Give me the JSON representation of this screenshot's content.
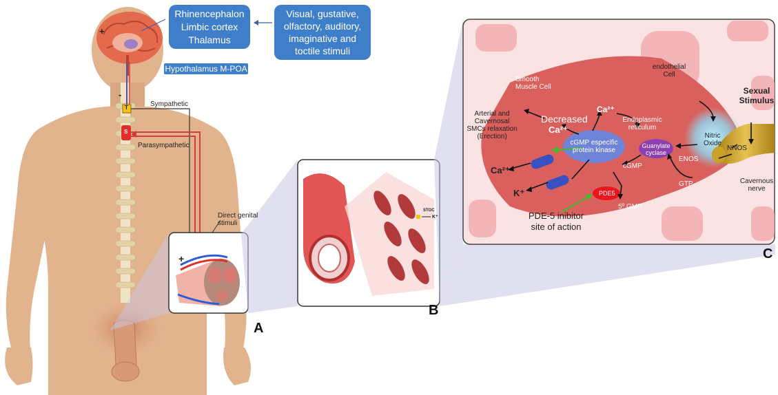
{
  "brain_box": {
    "lines": [
      "Rhinencephalon",
      "Limbic cortex",
      "Thalamus"
    ]
  },
  "stimuli_box": {
    "lines": [
      "Visual, gustative,",
      "olfactory, auditory,",
      "imaginative and",
      "toctile stimuli"
    ]
  },
  "hypothalamus_label": "Hypothalamus M-POA",
  "body_labels": {
    "sympathetic": "Sympathetic",
    "parasympathetic": "Parasympathetic",
    "direct_genital": [
      "Direct genital",
      "stimuli"
    ],
    "plus_brain": "+",
    "minus_spine": "-",
    "plus_penis": "+",
    "spine_marker_t": "T",
    "spine_marker_s": "S"
  },
  "panel_letters": {
    "a": "A",
    "b": "B",
    "c": "C"
  },
  "panel_b": {
    "stoc": "STOC",
    "k": "K⁺"
  },
  "panel_c": {
    "smooth_muscle": [
      "Smooth",
      "Muscle Cell"
    ],
    "endothelial": [
      "endothelial",
      "Cell"
    ],
    "sexual_stimulus": [
      "Sexual",
      "Stimulus"
    ],
    "arterial": [
      "Arterial and",
      "Cavernosal",
      "SMCs relaxation",
      "(Erection)"
    ],
    "decreased": "Decreased",
    "ca_decreased": "Ca²⁺",
    "ca_top": "Ca²⁺",
    "endoplasmic": [
      "Endoplasmic",
      "reticulum"
    ],
    "cgmp_kinase": [
      "cGMP especific",
      "protein kinase"
    ],
    "guanylate": [
      "Guanylate",
      "cyclase"
    ],
    "nitric_oxide": [
      "Nitric",
      "Oxide"
    ],
    "nnos": "NNOS",
    "enos": "ENOS",
    "cgmp": "cGMP",
    "gtp": "GTP",
    "pde5": "PDE5",
    "gmp5": "5º GMP",
    "ca_out": "Ca²⁺",
    "k_out": "K⁺",
    "pde5_inhibitor": [
      "PDE-5 inibitor",
      "site of action"
    ],
    "cavernous_nerve": [
      "Cavernous",
      "nerve"
    ]
  },
  "colors": {
    "box_blue": "#3f7fc9",
    "skin": "#e2b48e",
    "muscle_red": "#d9605c",
    "panel_bg": "#fbe3e3",
    "connector": "#b9b6dc",
    "no_glow": "#8fd8f0",
    "nerve_gold": "#c9a227",
    "kinase_blue": "#6f84d8",
    "guanylate_purple": "#8c3fb1",
    "pde5_red": "#e8171f"
  }
}
